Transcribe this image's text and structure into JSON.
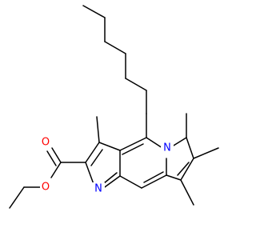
{
  "colors": {
    "background": "#ffffff",
    "bond": "#000000",
    "oxygen": "#ff0000",
    "nitrogen": "#0000ff"
  },
  "atoms": {
    "o_carbonyl": "O",
    "o_ester": "O",
    "n_imine": "N",
    "n_ring": "N"
  }
}
